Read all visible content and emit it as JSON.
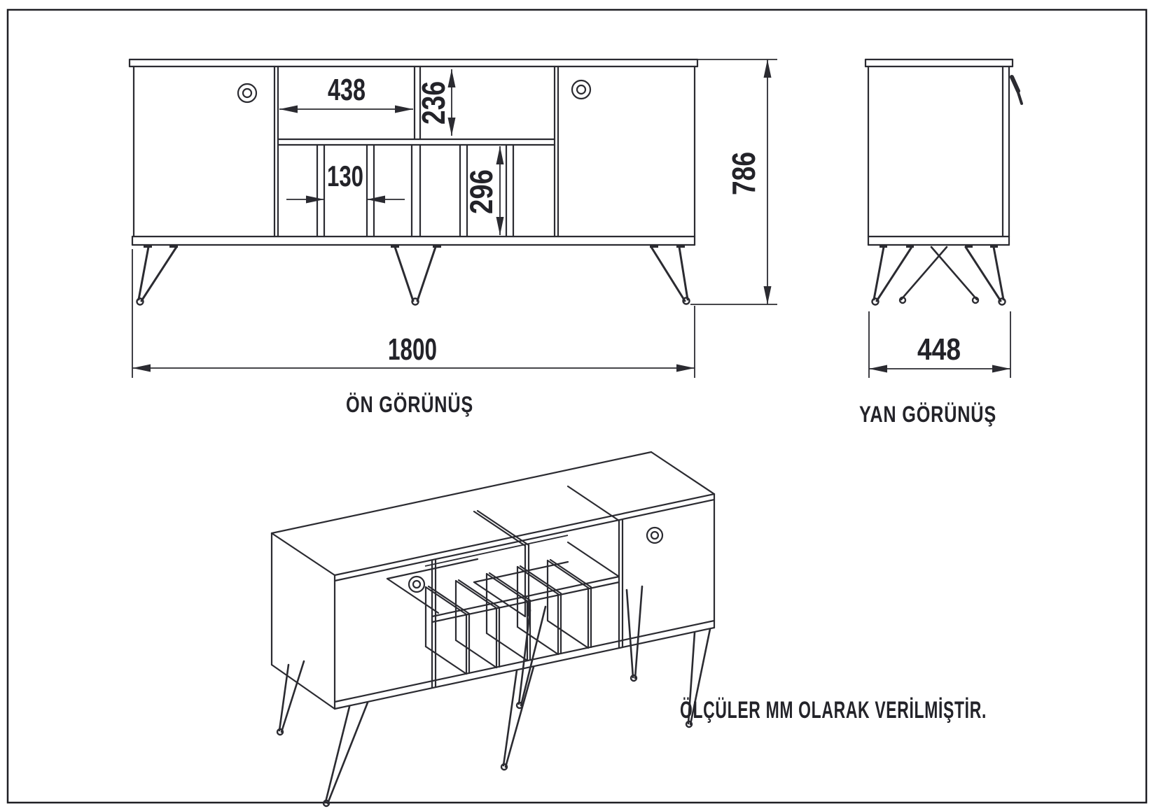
{
  "sheet": {
    "note": "ÖLÇÜLER MM OLARAK VERİLMİŞTİR.",
    "colors": {
      "line": "#2b2b31",
      "text": "#232329",
      "background": "#ffffff"
    }
  },
  "views": {
    "front": {
      "label": "ÖN GÖRÜNÜŞ",
      "dimensions": {
        "overall_width": "1800",
        "overall_height": "786",
        "open_shelf_width": "438",
        "upper_compartment_height": "236",
        "slot_width": "130",
        "lower_compartment_height": "296"
      }
    },
    "side": {
      "label": "YAN GÖRÜNÜŞ",
      "dimensions": {
        "overall_depth": "448"
      }
    }
  }
}
